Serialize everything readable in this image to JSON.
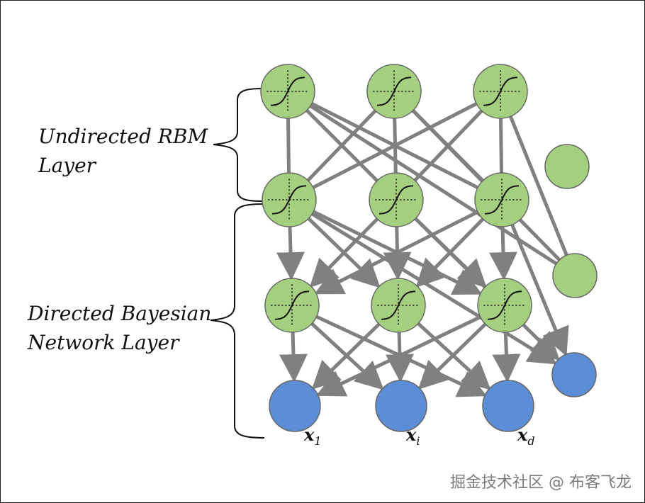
{
  "labels": {
    "rbm_line1": "Undirected RBM",
    "rbm_line2": "Layer",
    "bn_line1": "Directed Bayesian",
    "bn_line2": "Network Layer"
  },
  "variables": [
    {
      "base": "x",
      "sub": "1"
    },
    {
      "base": "x",
      "sub": "i"
    },
    {
      "base": "x",
      "sub": "d"
    }
  ],
  "watermark": "掘金技术社区 @ 布客飞龙",
  "colors": {
    "hidden_node": "#a4cf7f",
    "visible_node": "#5b8ed6",
    "edge": "#808080",
    "outline": "#666666"
  },
  "layers": [
    {
      "id": "h3",
      "type": "hidden",
      "nodes": 3,
      "bias_node": true,
      "sigmoid": true
    },
    {
      "id": "h2",
      "type": "hidden",
      "nodes": 3,
      "bias_node": true,
      "sigmoid": true
    },
    {
      "id": "h1",
      "type": "hidden",
      "nodes": 3,
      "bias_node": true,
      "sigmoid": true
    },
    {
      "id": "v",
      "type": "visible",
      "nodes": 3,
      "bias_node": false,
      "sigmoid": false
    }
  ],
  "connections": [
    {
      "from": "h3",
      "to": "h2",
      "directed": false
    },
    {
      "from": "h2",
      "to": "h1",
      "directed": true
    },
    {
      "from": "h1",
      "to": "v",
      "directed": true
    }
  ]
}
